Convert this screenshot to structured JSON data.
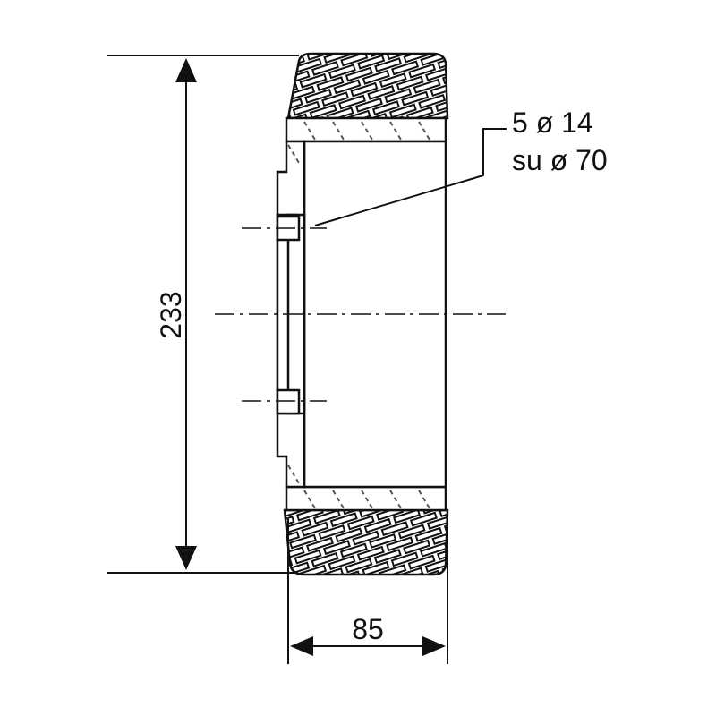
{
  "drawing": {
    "dimensions": {
      "diameter": "233",
      "width": "85"
    },
    "annotation": {
      "line1": "5 ø 14",
      "line2": "su ø 70"
    }
  },
  "colors": {
    "line": "#111111",
    "tread_fill": "#ffffff",
    "hatch": "#555555"
  }
}
